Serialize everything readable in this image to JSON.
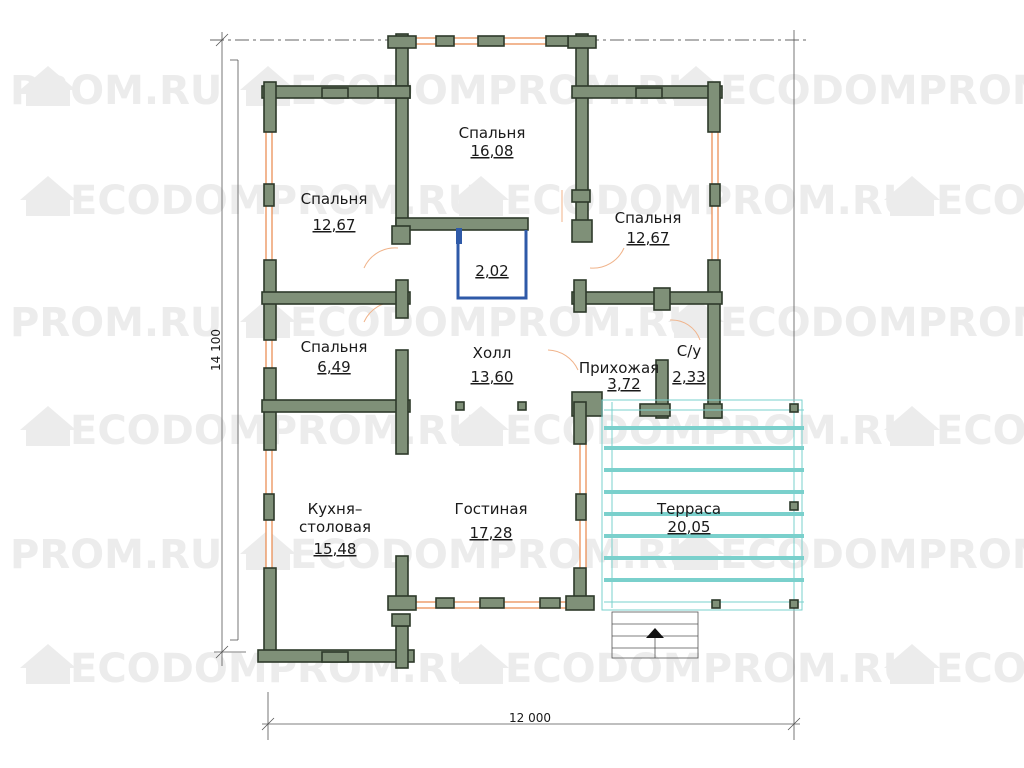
{
  "watermark": {
    "text_full": "ECODOMPROM.RU",
    "text_partial": "PROM.RU",
    "text_short": "ECO"
  },
  "rooms": [
    {
      "id": "bedroom-1",
      "name": "Спальня",
      "area": "16,08"
    },
    {
      "id": "bedroom-2",
      "name": "Спальня",
      "area": "12,67"
    },
    {
      "id": "bedroom-3",
      "name": "Спальня",
      "area": "12,67"
    },
    {
      "id": "closet",
      "name": "",
      "area": "2,02"
    },
    {
      "id": "bedroom-4",
      "name": "Спальня",
      "area": "6,49"
    },
    {
      "id": "hall",
      "name": "Холл",
      "area": "13,60"
    },
    {
      "id": "entrance",
      "name": "Прихожая",
      "area": "3,72"
    },
    {
      "id": "bathroom",
      "name": "С/у",
      "area": "2,33"
    },
    {
      "id": "kitchen",
      "name": "Кухня–\nстоловая",
      "area": "15,48"
    },
    {
      "id": "living",
      "name": "Гостиная",
      "area": "17,28"
    },
    {
      "id": "terrace",
      "name": "Терраса",
      "area": "20,05"
    }
  ],
  "dimensions": {
    "width": "12 000",
    "height": "14 100"
  },
  "colors": {
    "wall": "#7f9078",
    "window": "#e8874a",
    "terrace": "#7ad0cc",
    "closet": "#2f5aa8"
  }
}
